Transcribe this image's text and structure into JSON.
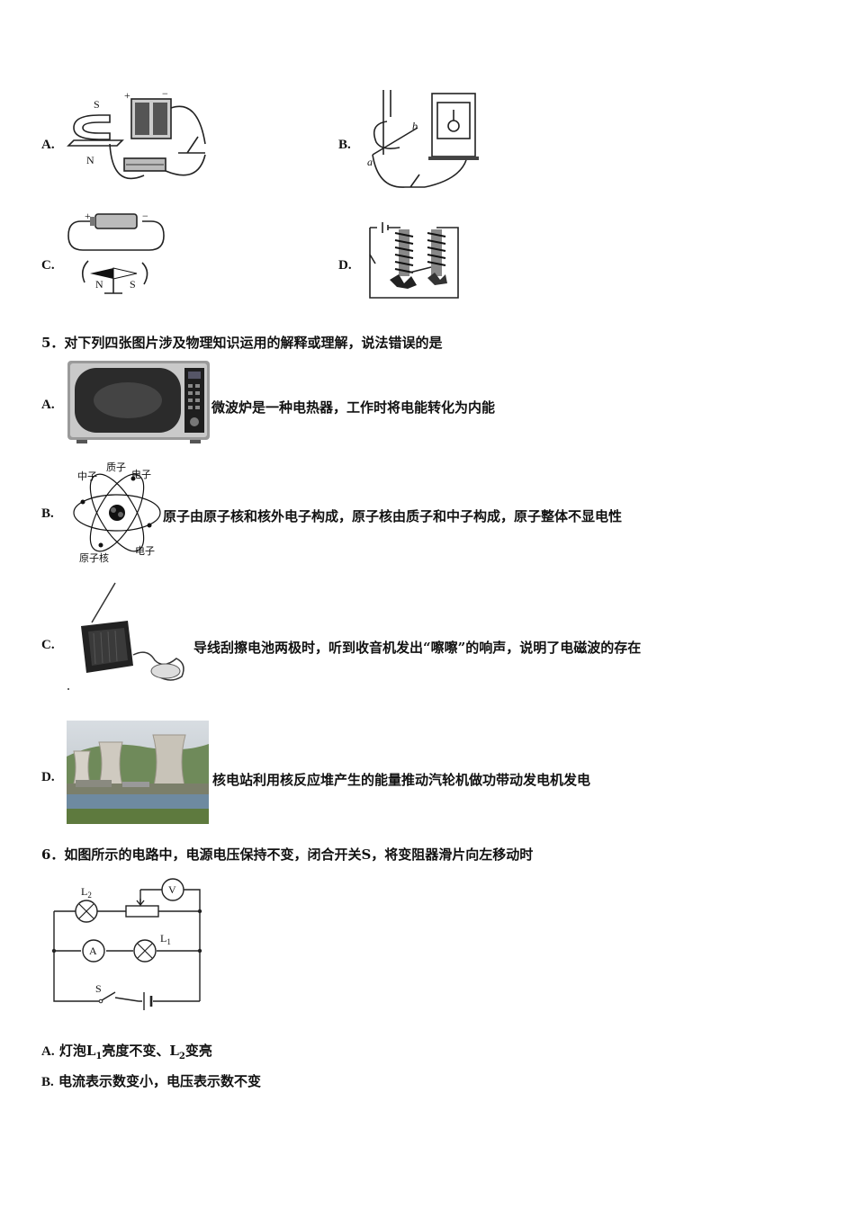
{
  "q4": {
    "options": [
      {
        "label": "A.",
        "fig": {
          "s": "S",
          "n": "N",
          "plus": "+",
          "minus": "−"
        }
      },
      {
        "label": "B.",
        "fig": {
          "a": "a",
          "b": "b"
        }
      },
      {
        "label": "C.",
        "fig": {
          "plus": "+",
          "minus": "−",
          "n": "N",
          "s": "S"
        }
      },
      {
        "label": "D.",
        "fig": {}
      }
    ]
  },
  "q5": {
    "stem": "5．对下列四张图片涉及物理知识运用的解释或理解，说法错误的是",
    "options": [
      {
        "label": "A.",
        "text": "微波炉是一种电热器，工作时将电能转化为内能"
      },
      {
        "label": "B.",
        "text": "原子由原子核和核外电子构成，原子核由质子和中子构成，原子整体不显电性",
        "fig": {
          "neutron": "中子",
          "proton": "质子",
          "electron_top": "电子",
          "nucleus": "原子核",
          "electron_bottom": "电子"
        }
      },
      {
        "label": "C.",
        "text": "导线刮擦电池两极时，听到收音机发出“嚓嚓”的响声，说明了电磁波的存在"
      },
      {
        "label": "D.",
        "text": "核电站利用核反应堆产生的能量推动汽轮机做功带动发电机发电"
      }
    ]
  },
  "q6": {
    "stem": "6．如图所示的电路中，电源电压保持不变，闭合开关S，将变阻器滑片向左移动时",
    "circuit": {
      "l2": "L",
      "l2_sub": "2",
      "l1": "L",
      "l1_sub": "1",
      "v": "V",
      "a": "A",
      "s": "S"
    },
    "options": [
      {
        "label": "A.",
        "text_pre": "灯泡L",
        "sub1": "1",
        "text_mid": "亮度不变、L",
        "sub2": "2",
        "text_post": "变亮"
      },
      {
        "label": "B.",
        "text": "电流表示数变小，电压表示数不变"
      }
    ]
  }
}
